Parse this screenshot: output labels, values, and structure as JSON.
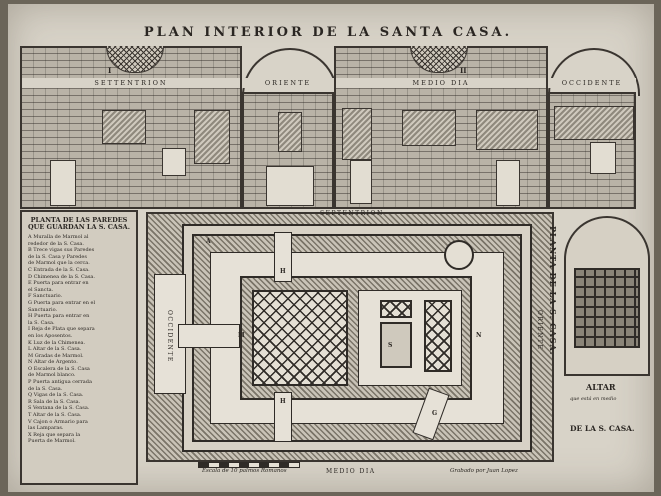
{
  "title": "PLAN INTERIOR DE LA SANTA CASA.",
  "elevations": [
    {
      "label": "SETTENTRION",
      "mark": "I"
    },
    {
      "label": "ORIENTE",
      "mark": ""
    },
    {
      "label": "MEDIO DIA",
      "mark": "II"
    },
    {
      "label": "OCCIDENTE",
      "mark": ""
    }
  ],
  "legend": {
    "title": "PLANTA DE LAS PAREDES QUE GUARDAN LA S. CASA.",
    "items": [
      "A Muralla de Marmol al",
      "  rededor de la S. Casa.",
      "B Trece vigas sus Paredes",
      "  de la S. Casa y Paredes",
      "  de Marmol que la cerca.",
      "C Entrada de la S. Casa.",
      "D Chimenea de la S. Casa.",
      "E Puerta para entrar en",
      "  el Sancta.",
      "F Sanctuario.",
      "G Puerta para entrar en el",
      "  Sanctuario.",
      "H Puerta para entrar en",
      "  la S. Casa.",
      "I Reja de Plata que separa",
      "  en los Aposentos.",
      "K Luz de la Chimenea.",
      "L Altar de la S. Casa.",
      "M Gradas de Marmol.",
      "N Altar de Argento.",
      "O Escalera de la S. Casa",
      "  de Marmol blanco.",
      "P Puerta antigua cerrada",
      "  de la S. Casa.",
      "Q Vigas de la S. Casa.",
      "R Sala de la S. Casa.",
      "S Ventana de la S. Casa.",
      "T Altar de la S. Casa.",
      "V Cajon o Armario para",
      "  las Lamparas.",
      "X Reja que separa la",
      "  Puerta de Marmol."
    ]
  },
  "plan": {
    "top_label": "SEPTENTRION",
    "bottom_label": "MEDIO DIA",
    "left_label": "OCCIDENTE",
    "right_label": "ORIENTE",
    "side_title": "PLANTA DE LA S. CASA.",
    "scale_caption": "Escala de 10 palmos Romanos",
    "engraver_caption": "Grabado por Juan Lopez"
  },
  "altar": {
    "label": "ALTAR",
    "sub": "que está en medio",
    "caption": "DE LA S. CASA."
  }
}
